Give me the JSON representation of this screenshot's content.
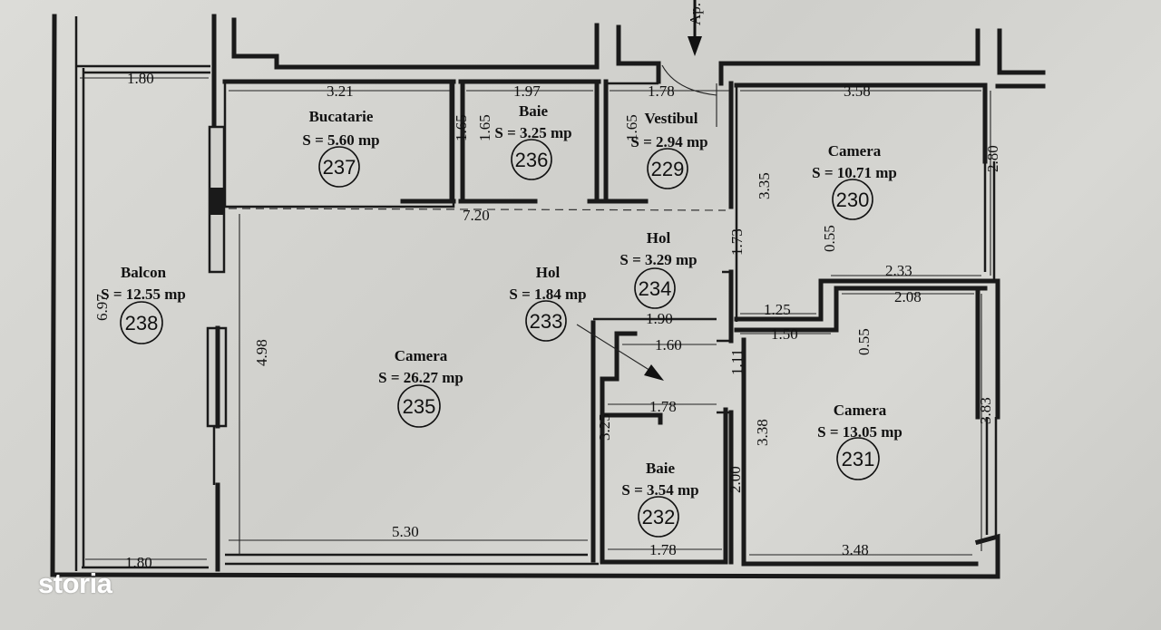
{
  "rooms": {
    "bucatarie": {
      "name": "Bucatarie",
      "area": "S = 5.60 mp",
      "number": "237"
    },
    "baie_top": {
      "name": "Baie",
      "area": "S = 3.25 mp",
      "number": "236"
    },
    "vestibul": {
      "name": "Vestibul",
      "area": "S = 2.94 mp",
      "number": "229"
    },
    "camera_230": {
      "name": "Camera",
      "area": "S = 10.71 mp",
      "number": "230"
    },
    "balcon": {
      "name": "Balcon",
      "area": "S = 12.55 mp",
      "number": "238"
    },
    "hol_234": {
      "name": "Hol",
      "area": "S = 3.29 mp",
      "number": "234"
    },
    "hol_233": {
      "name": "Hol",
      "area": "S = 1.84 mp",
      "number": "233"
    },
    "camera_235": {
      "name": "Camera",
      "area": "S = 26.27 mp",
      "number": "235"
    },
    "camera_231": {
      "name": "Camera",
      "area": "S = 13.05 mp",
      "number": "231"
    },
    "baie_bottom": {
      "name": "Baie",
      "area": "S = 3.54 mp",
      "number": "232"
    }
  },
  "dimensions": {
    "balcon_top": "1.80",
    "bucatarie_top": "3.21",
    "baie_top_width": "1.97",
    "vestibul_top": "1.78",
    "camera_230_top": "3.58",
    "bucatarie_side": "1.65",
    "baie_left_side": "1.65",
    "vestibul_side": "1.65",
    "corridor_length": "7.20",
    "hol_vertical": "3.35",
    "camera_230_side": "2.80",
    "step_small": "0.55",
    "camera_230_bottom": "2.33",
    "hol_234_side": "1.73",
    "step_width": "1.25",
    "camera_231_top": "2.08",
    "hol_233_width": "1.90",
    "hol_233_inner": "1.60",
    "step_width_2": "1.50",
    "step_small_2": "0.55",
    "balcon_height": "6.97",
    "camera_235_side": "4.98",
    "hol_233_side": "1.11",
    "baie_bottom_top": "1.78",
    "camera_231_left": "3.38",
    "camera_231_right": "3.83",
    "camera_235_right": "3.25",
    "baie_bottom_side": "2.00",
    "camera_235_bottom": "5.30",
    "balcon_bottom": "1.80",
    "baie_bottom_width": "1.78",
    "camera_231_bottom": "3.48"
  },
  "entry": {
    "label": "Ap."
  },
  "brand": {
    "logo_text": "storia"
  }
}
